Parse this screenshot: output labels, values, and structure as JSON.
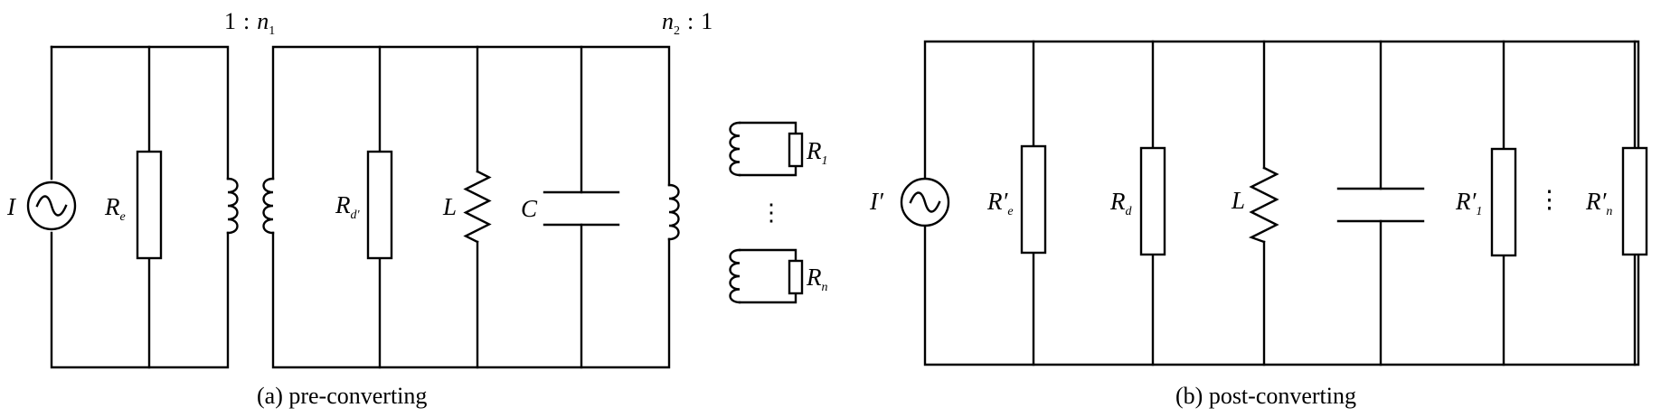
{
  "figure_a": {
    "caption": "(a) pre-converting",
    "source_symbol": "I",
    "resistor_e": {
      "symbol": "R",
      "subscript": "e"
    },
    "resistor_d": {
      "symbol": "R",
      "subscript": "d'"
    },
    "inductor": "L",
    "capacitor": "C",
    "transformer_left": {
      "left": "1",
      "colon": ":",
      "n": "n",
      "n_sub": "1"
    },
    "transformer_right": {
      "n": "n",
      "n_sub": "2",
      "colon": ":",
      "right": "1"
    },
    "loads": [
      {
        "symbol": "R",
        "subscript": "1"
      },
      {
        "symbol": "R",
        "subscript": "n"
      }
    ],
    "ellipsis": "⋮"
  },
  "figure_b": {
    "caption": "(b) post-converting",
    "source_symbol": "I′",
    "resistor_e": {
      "symbol": "R′",
      "subscript": "e"
    },
    "resistor_d": {
      "symbol": "R",
      "subscript": "d"
    },
    "inductor": "L",
    "resistor_1": {
      "symbol": "R′",
      "subscript": "1"
    },
    "ellipsis": "⋮",
    "resistor_n": {
      "symbol": "R′",
      "subscript": "n"
    }
  }
}
